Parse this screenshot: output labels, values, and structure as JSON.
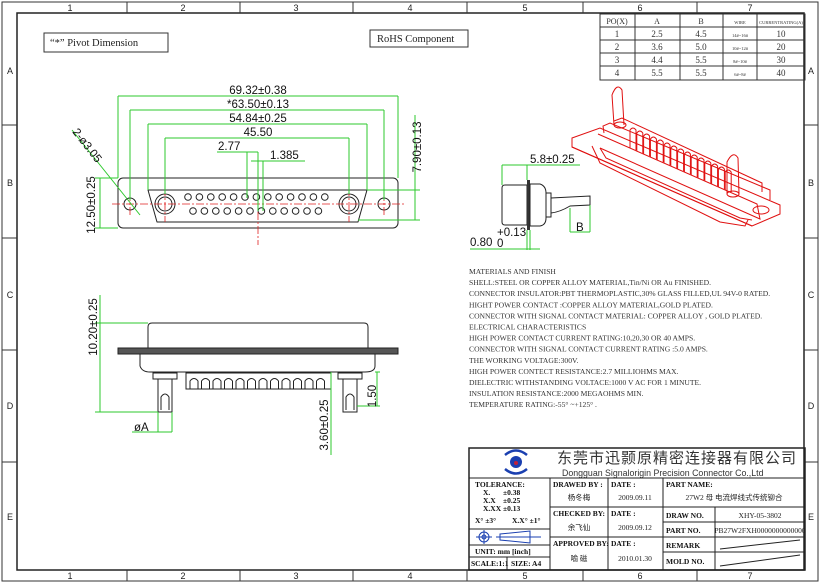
{
  "frame": {
    "columns": [
      "1",
      "2",
      "3",
      "4",
      "5",
      "6",
      "7"
    ],
    "rows": [
      "A",
      "B",
      "C",
      "D",
      "E"
    ]
  },
  "labels": {
    "pivot": "“*” Pivot Dimension",
    "rohs": "RoHS  Component"
  },
  "spec_table": {
    "headers": [
      "PO(X)",
      "A",
      "B",
      "WIRE",
      "CURRENTRATING(A)"
    ],
    "rows": [
      [
        "1",
        "2.5",
        "4.5",
        "14#~16#",
        "10"
      ],
      [
        "2",
        "3.6",
        "5.0",
        "10#~12#",
        "20"
      ],
      [
        "3",
        "4.4",
        "5.5",
        "8#~10#",
        "30"
      ],
      [
        "4",
        "5.5",
        "5.5",
        "6#~8#",
        "40"
      ]
    ]
  },
  "dimensions": {
    "overall": "69.32±0.38",
    "pivot": "*63.50±0.13",
    "shell": "54.84±0.25",
    "contact_span": "45.50",
    "pitch": "2.77",
    "half_pitch": "1.385",
    "holes": "2-ø3.05",
    "height": "12.50±0.25",
    "shell_height": "7.90±0.13",
    "depth": "5.8±0.25",
    "flange": "0.80",
    "flange_tol": "+0.13",
    "flange_tol_low": "0",
    "b": "B",
    "total_height": "10.20±0.25",
    "dia_a": "øA",
    "tail": "3.60±0.25",
    "cup": "1.50"
  },
  "notes": [
    "MATERIALS AND  FINISH",
    "SHELL:STEEL OR COPPER ALLOY MATERIAL,Tin/Ni OR Au FINISHED.",
    "CONNECTOR INSULATOR:PBT THERMOPLASTIC,30% GLASS FILLED,UL 94V-0 RATED.",
    "HIGHT POWER CONTACT :COPPER ALLOY MATERIAL,GOLD PLATED.",
    "CONNECTOR WITH SIGNAL CONTACT MATERIAL: COPPER ALLOY , GOLD PLATED.",
    "ELECTRICAL CHARACTERISTICS",
    "HIGH POWER CONTACT CURRENT RATING:10,20,30 OR 40 AMPS.",
    "CONNECTOR WITH SIGNAL CONTACT CURRENT RATING :5.0 AMPS.",
    "THE WORKING VOLTAGE:300V.",
    "HIGH POWER CONTECT RESISTANCE:2.7 MILLIOHMS MAX.",
    "DIELECTRIC WITHSTANDING VOLTACE:1000 V AC FOR 1 MINUTE.",
    "INSULATION RESISTANCE:2000 MEGAOHMS MIN.",
    "TEMPERATURE RATING:-55° ~+125° ."
  ],
  "title_block": {
    "company_cn": "东莞市迅颢原精密连接器有限公司",
    "company_en": "Dongguan Signalorigin Precision Connector Co.,Ltd",
    "tolerance": {
      "title": "TOLERANCE:",
      "lines": [
        [
          "X.",
          "±0.38"
        ],
        [
          "X.X",
          "±0.25"
        ],
        [
          "X.XX",
          "±0.13"
        ]
      ],
      "angles": [
        "X° ±3°",
        "X.X° ±1°"
      ]
    },
    "unit": "UNIT: mm [inch]",
    "scale": "SCALE:1:1",
    "size": "SIZE: A4",
    "drawed_by_label": "DRAWED BY :",
    "drawed_by": "杨冬梅",
    "checked_by_label": "CHECKED BY:",
    "checked_by": "余飞仙",
    "approved_by_label": "APPROVED BY:",
    "approved_by": "喻 磁",
    "date_label": "DATE :",
    "date1": "2009.09.11",
    "date2": "2009.09.12",
    "date3": "2010.01.30",
    "part_name_label": "PART NAME:",
    "part_name": "27W2 母 电流焊线式传统铆合",
    "draw_no_label": "DRAW NO.",
    "draw_no": "XHY-05-3802",
    "part_no_label": "PART NO.",
    "part_no": "PB27W2FXH0000000000000",
    "remark_label": "REMARK",
    "mold_no_label": "MOLD NO."
  },
  "colors": {
    "dimension": "#2ec92e",
    "iso_view": "#e01010",
    "logo": "#1a3fb0"
  }
}
